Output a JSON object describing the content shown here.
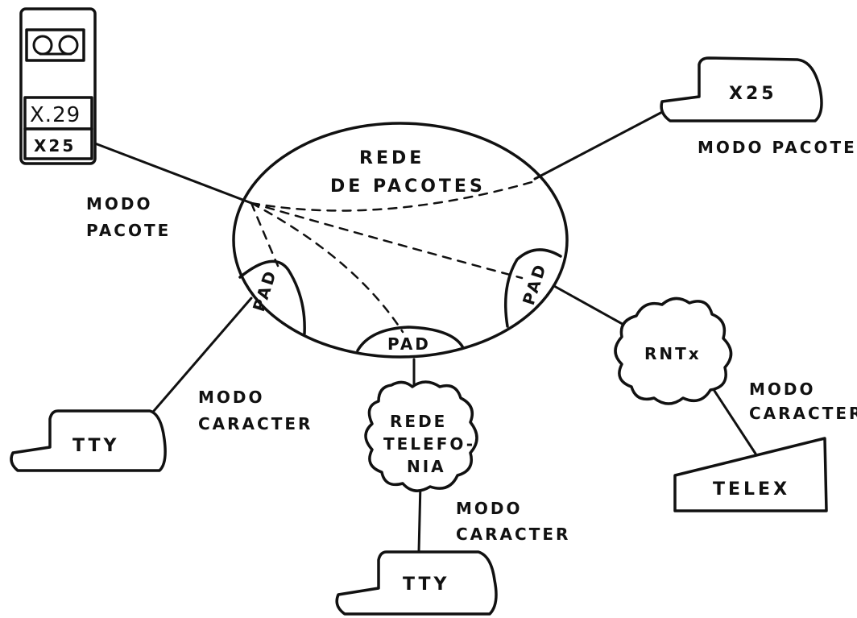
{
  "host": {
    "protocol_top": "X.29",
    "protocol_bottom": "X25",
    "icon": "tape-reel-icon"
  },
  "network": {
    "title_line1": "REDE",
    "title_line2": "DE PACOTES",
    "pad_left": "PAD",
    "pad_bottom": "PAD",
    "pad_right": "PAD"
  },
  "labels": {
    "host_mode_line1": "MODO",
    "host_mode_line2": "PACOTE",
    "x25_terminal": "X25",
    "x25_mode": "MODO PACOTE",
    "tty_left": "TTY",
    "tty_left_mode_line1": "MODO",
    "tty_left_mode_line2": "CARACTER",
    "telephony_line1": "REDE",
    "telephony_line2": "TELEFO-",
    "telephony_line3": "NIA",
    "tty_bottom": "TTY",
    "tty_bottom_mode_line1": "MODO",
    "tty_bottom_mode_line2": "CARACTER",
    "rntx": "RNTx",
    "telex_mode_line1": "MODO",
    "telex_mode_line2": "CARACTER",
    "telex": "TELEX"
  },
  "colors": {
    "ink": "#111111",
    "paper": "#ffffff"
  }
}
